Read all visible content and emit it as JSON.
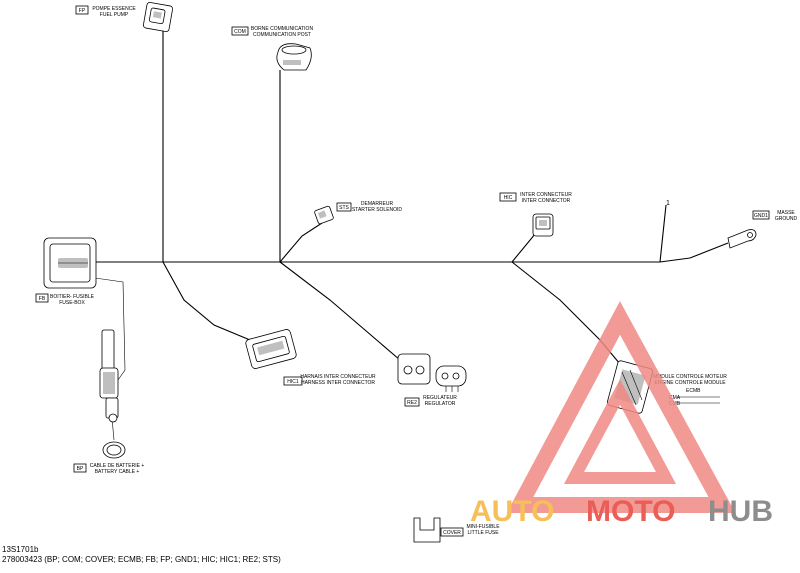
{
  "labels": {
    "fp": {
      "code": "FP",
      "fr": "POMPE ESSENCE",
      "en": "FUEL PUMP"
    },
    "com": {
      "code": "COM",
      "fr": "BORNE COMMUNICATION",
      "en": "COMMUNICATION POST"
    },
    "sts": {
      "code": "STS",
      "fr": "DEMARREUR",
      "en": "STARTER SOLENOID"
    },
    "hic": {
      "code": "HIC",
      "fr": "INTER CONNECTEUR",
      "en": "INTER CONNECTOR"
    },
    "gnd1": {
      "code": "GND1",
      "fr": "MASSE",
      "en": "GROUND"
    },
    "fb": {
      "code": "FB",
      "fr": "BOITIER- FUSIBLE",
      "en": "FUSE-BOX"
    },
    "hic1": {
      "code": "HIC1",
      "fr": "HARNAIS INTER CONNECTEUR",
      "en": "HARNESS INTER CONNECTOR"
    },
    "re2": {
      "code": "RE2",
      "fr": "REGULATEUR",
      "en": "REGULATOR"
    },
    "ecmb": {
      "code": "ECMB",
      "fr": "MODULE CONTROLE MOTEUR",
      "en": "ENGINE CONTROLE MODULE"
    },
    "bp": {
      "code": "BP",
      "fr": "CABLE DE BATTERIE +",
      "en": "BATTERY CABLE +"
    },
    "cover": {
      "code": "COVER",
      "fr": "MINI-FUSIBLE",
      "en": "LITTLE FUSE"
    }
  },
  "ecm_sub": {
    "tag": "ECMB",
    "row1": "CMA",
    "row2": "CMB"
  },
  "callout": "1",
  "footer": {
    "line1": "13S1701b",
    "line2": "278003423 (BP; COM; COVER; ECMB; FB; FP; GND1; HIC; HIC1; RE2; STS)"
  },
  "watermark": {
    "part1": "AUTO",
    "part2": "MOTO",
    "part3": "HUB",
    "color1": "#f5b43a",
    "color2": "#e8413a",
    "color3": "#7a7a7a"
  }
}
